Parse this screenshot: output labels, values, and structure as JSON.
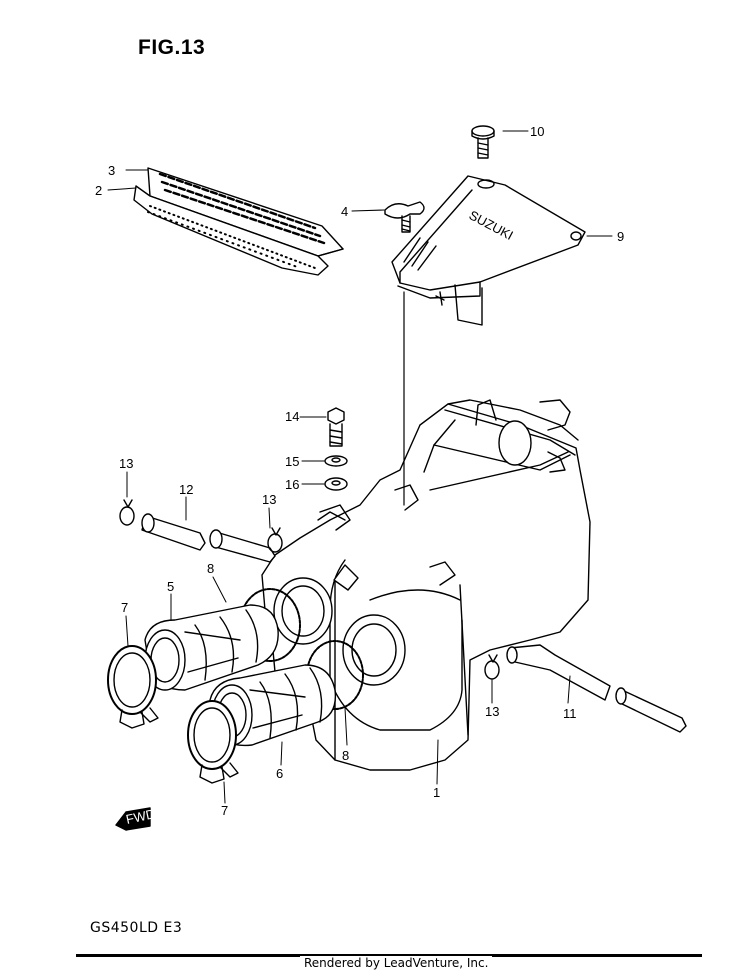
{
  "figure": {
    "title": "FIG.13",
    "model_code": "GS450LD  E3",
    "credit": "Rendered by LeadVenture, Inc.",
    "cover_brand": "SUZUKI",
    "fwd_label": "FWD"
  },
  "callouts": [
    "1",
    "2",
    "3",
    "4",
    "5",
    "6",
    "7",
    "7",
    "8",
    "8",
    "9",
    "10",
    "11",
    "12",
    "13",
    "13",
    "13",
    "14",
    "15",
    "16"
  ]
}
